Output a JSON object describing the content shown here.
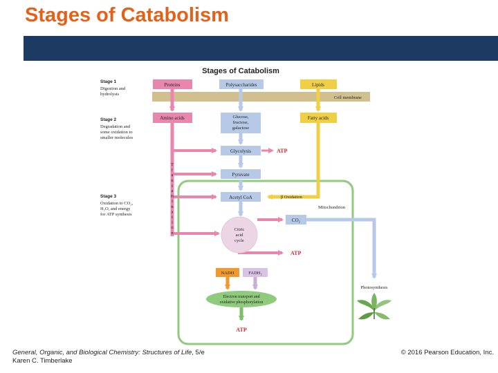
{
  "slide_title": "Stages of Catabolism",
  "figure": {
    "title": "Stages of Catabolism",
    "stages": [
      {
        "heading": "Stage 1",
        "lines": [
          "Digestion and",
          "hydrolysis"
        ]
      },
      {
        "heading": "Stage 2",
        "lines": [
          "Degradation and",
          "some oxidation to",
          "smaller molecules"
        ]
      },
      {
        "heading": "Stage 3",
        "lines": [
          "Oxidation to CO₂,",
          "H₂O, and energy",
          "for ATP synthesis"
        ]
      }
    ],
    "boxes": {
      "proteins": "Proteins",
      "polysaccharides": "Polysaccharides",
      "lipids": "Lipids",
      "cell_membrane": "Cell membrane",
      "amino_acids": "Amino acids",
      "glucose": [
        "Glucose,",
        "fructose,",
        "galactose"
      ],
      "fatty_acids": "Fatty acids",
      "glycolysis": "Glycolysis",
      "pyruvate": "Pyruvate",
      "acetyl_coa": "Acetyl CoA",
      "beta_oxidation": "β Oxidation",
      "mitochondrion": "Mitochondrion",
      "co2": "CO₂",
      "citric_acid_cycle": [
        "Citric",
        "acid",
        "cycle"
      ],
      "nadh": "NADH",
      "fadh2": "FADH₂",
      "electron_transport": [
        "Electron transport and",
        "oxidative phosphorylation"
      ],
      "photosynthesis": "Photosynthesis"
    },
    "atp_labels": [
      "ATP",
      "ATP",
      "ATP"
    ],
    "transamination": [
      "T",
      "r",
      "a",
      "n",
      "s",
      "a",
      "m",
      "i",
      "n",
      "a",
      "t",
      "i",
      "o",
      "n"
    ]
  },
  "footer": {
    "book_title": "General, Organic, and Biological Chemistry: Structures of Life",
    "edition": ", 5/e",
    "author": "Karen C. Timberlake",
    "copyright": "© 2016 Pearson Education, Inc."
  },
  "colors": {
    "title_text": "#e2621a",
    "title_bar": "#1c3a62",
    "protein_pink": "#e886ae",
    "carb_blue": "#b6c9e6",
    "lipid_yellow": "#f0cf45",
    "membrane_tan": "#d2bf8f",
    "mito_green": "#8fca7d",
    "nadh_orange": "#ee9a2d",
    "fadh2_lilac": "#d8c4e2",
    "atp_red": "#d9262b"
  }
}
